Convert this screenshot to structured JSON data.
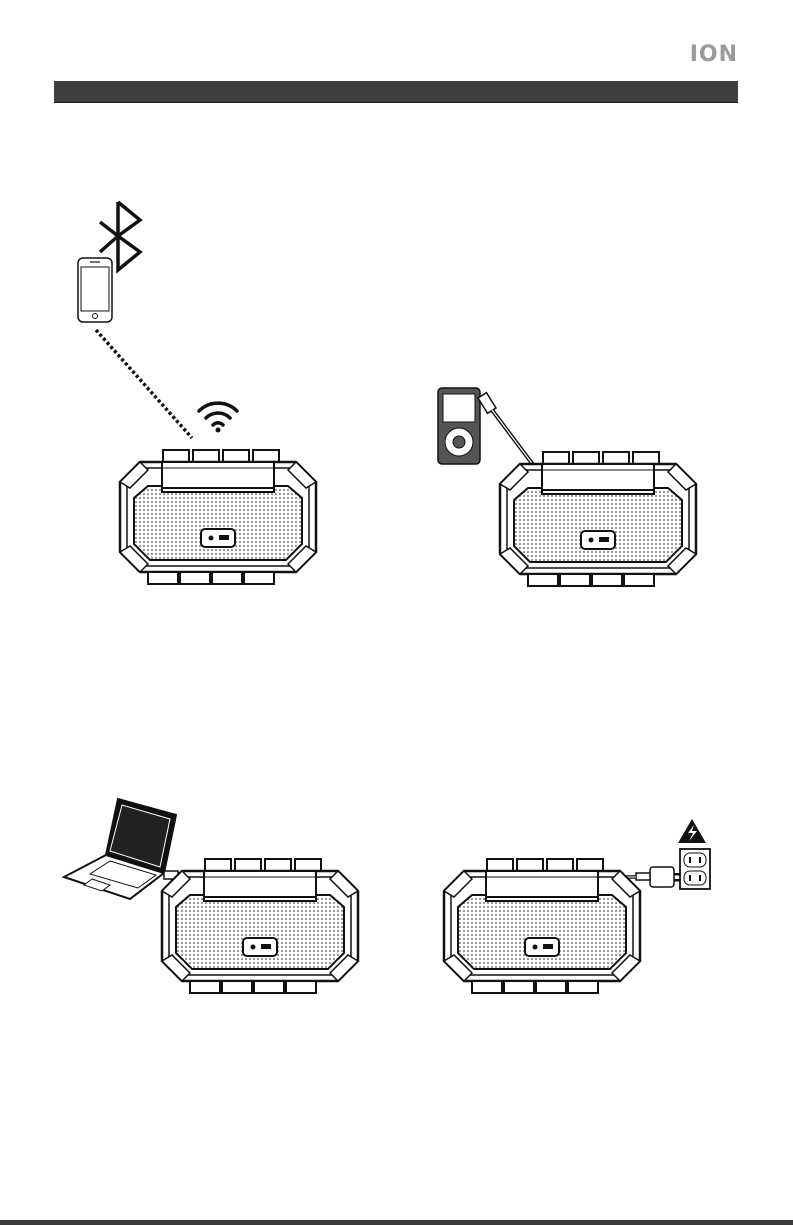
{
  "brand": {
    "logo_text": "ION"
  },
  "header": {
    "bar_color": "#3f3f3f"
  },
  "illustrations": [
    {
      "id": "bluetooth",
      "icons": [
        "bluetooth-icon",
        "smartphone-icon",
        "wifi-icon"
      ]
    },
    {
      "id": "aux-input",
      "icons": [
        "media-player-icon",
        "aux-cable-icon"
      ]
    },
    {
      "id": "usb-computer",
      "icons": [
        "laptop-icon",
        "usb-cable-icon"
      ]
    },
    {
      "id": "ac-power",
      "icons": [
        "warning-icon",
        "wall-outlet-icon",
        "power-adapter-icon"
      ]
    }
  ],
  "colors": {
    "ink": "#111111",
    "grille": "#bdbdbd",
    "logo": "#9a9a9a"
  }
}
